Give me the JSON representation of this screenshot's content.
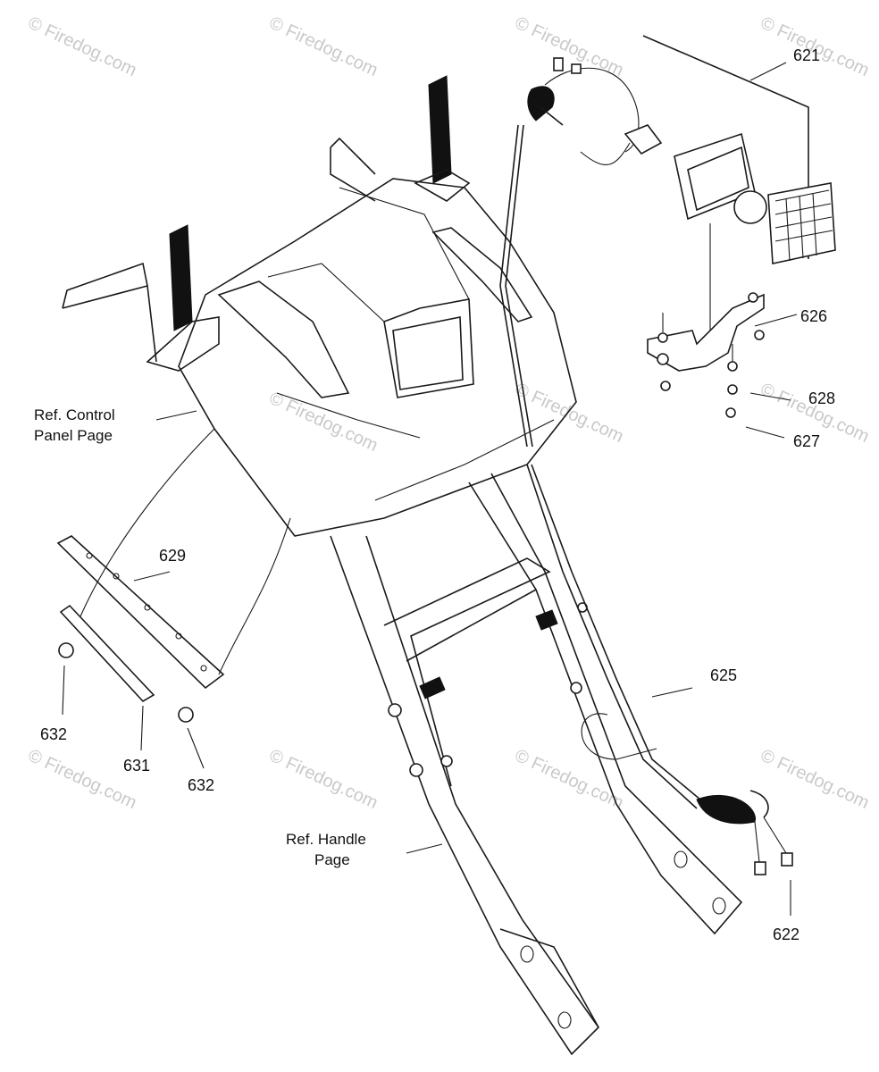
{
  "diagram": {
    "callouts": [
      "621",
      "626",
      "628",
      "627",
      "629",
      "625",
      "632",
      "631",
      "632",
      "622"
    ],
    "notes": {
      "control_line1": "Ref. Control",
      "control_line2": "Panel Page",
      "handle_line1": "Ref. Handle",
      "handle_line2": "Page"
    },
    "watermark": "© Firedog.com"
  }
}
